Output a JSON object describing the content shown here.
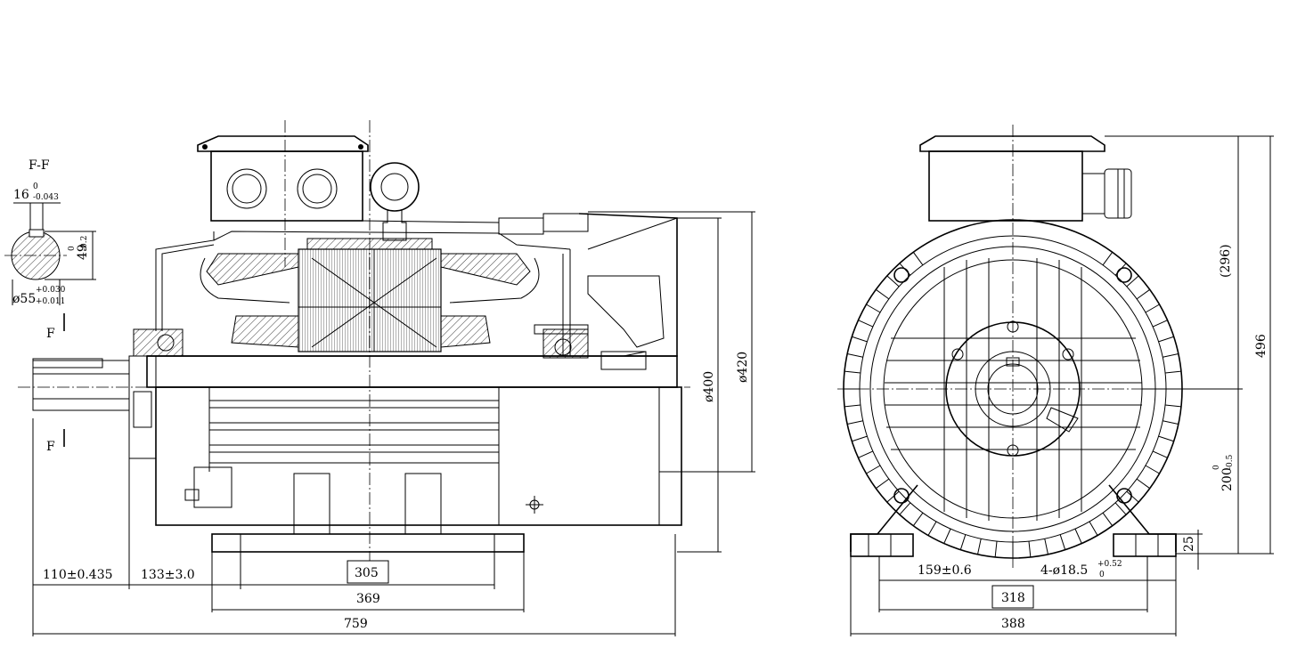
{
  "section_view": {
    "title": "F-F",
    "key_width": "16",
    "key_width_tol_upper": "0",
    "key_width_tol_lower": "-0.043",
    "depth": "49",
    "depth_tol_upper": "0",
    "depth_tol_lower": "-0.2",
    "diameter": "ø55",
    "diameter_tol_upper": "+0.030",
    "diameter_tol_lower": "+0.011",
    "section_mark": "F"
  },
  "side_view": {
    "dim_shaft": "110±0.435",
    "dim_shoulder": "133±3.0",
    "dim_305": "305",
    "dim_369": "369",
    "dim_759": "759",
    "dim_d400": "ø400",
    "dim_d420": "ø420"
  },
  "end_view": {
    "dim_159": "159±0.6",
    "dim_holes": "4-ø18.5",
    "dim_holes_tol_upper": "+0.52",
    "dim_holes_tol_lower": "0",
    "dim_318": "318",
    "dim_388": "388",
    "dim_296": "(296)",
    "dim_496": "496",
    "dim_200": "200",
    "dim_200_tol_upper": "0",
    "dim_200_tol_lower": "-0.5",
    "dim_25": "25"
  }
}
